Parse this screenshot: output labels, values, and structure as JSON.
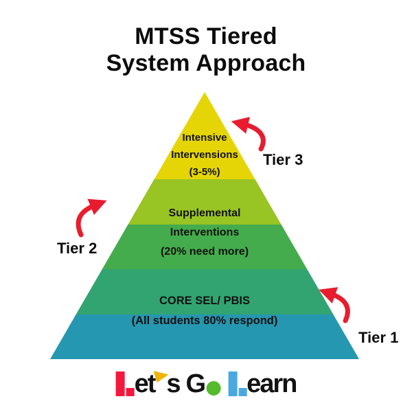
{
  "title": {
    "line1": "MTSS Tiered",
    "line2": "System Approach"
  },
  "pyramid": {
    "tiers": [
      {
        "label": "Tier 3",
        "lines": [
          "Intensive",
          "Intervensions",
          "(3-5%)"
        ]
      },
      {
        "label": "Tier 2",
        "lines": [
          "Supplemental",
          "Interventions",
          "(20% need more)"
        ]
      },
      {
        "label": "Tier 1",
        "lines": [
          "CORE SEL/ PBIS",
          "(All students 80% respond)"
        ]
      }
    ]
  },
  "colors": {
    "band1_yellow": "#e6d506",
    "band2_yellowgreen": "#98c424",
    "band3_green": "#44ac4c",
    "band4_teal": "#31a471",
    "band5_blue": "#2697b0",
    "arrow_red": "#e81c2e",
    "logo_red": "#f5173d",
    "logo_yellow": "#f0b400",
    "logo_green": "#55bb2c",
    "logo_blue": "#4aa8e0",
    "text_black": "#111111"
  },
  "logo": {
    "text": "Let's Go Learn",
    "seg_et": "et",
    "seg_s": "s",
    "seg_g": "G",
    "seg_earn": "earn"
  }
}
